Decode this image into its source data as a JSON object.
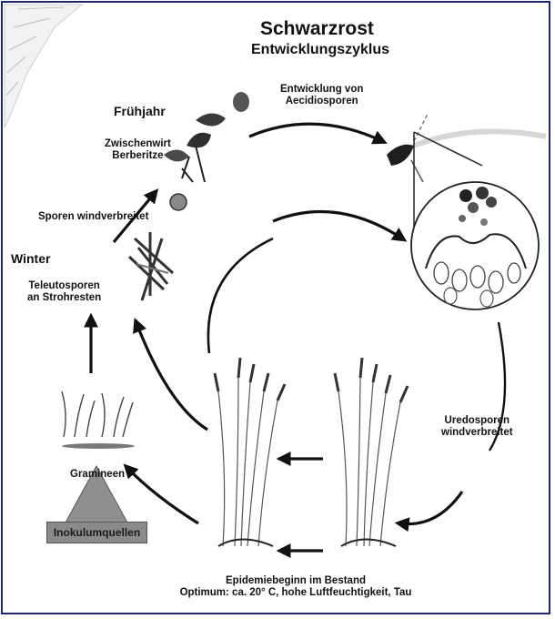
{
  "title": "Schwarzrost",
  "subtitle": "Entwicklungszyklus",
  "labels": {
    "spring": "Frühjahr",
    "intermediate_host_line1": "Zwischenwirt",
    "intermediate_host_line2": "Berberitze",
    "aecidio_line1": "Entwicklung von",
    "aecidio_line2": "Aecidiosporen",
    "spores_wind": "Sporen windverbreitet",
    "winter": "Winter",
    "teleuto_line1": "Teleutosporen",
    "teleuto_line2": "an Strohresten",
    "uredo_line1": "Uredosporen",
    "uredo_line2": "windverbreitet",
    "grasses": "Gramineen",
    "inoculum": "Inokulumquellen",
    "epidemic_line1": "Epidemiebeginn im Bestand",
    "epidemic_line2": "Optimum: ca. 20° C, hohe Luftfeuchtigkeit, Tau"
  },
  "colors": {
    "frame": "#1e2a6e",
    "arrow": "#111111",
    "inoculum_box": "#8a8a8a"
  }
}
